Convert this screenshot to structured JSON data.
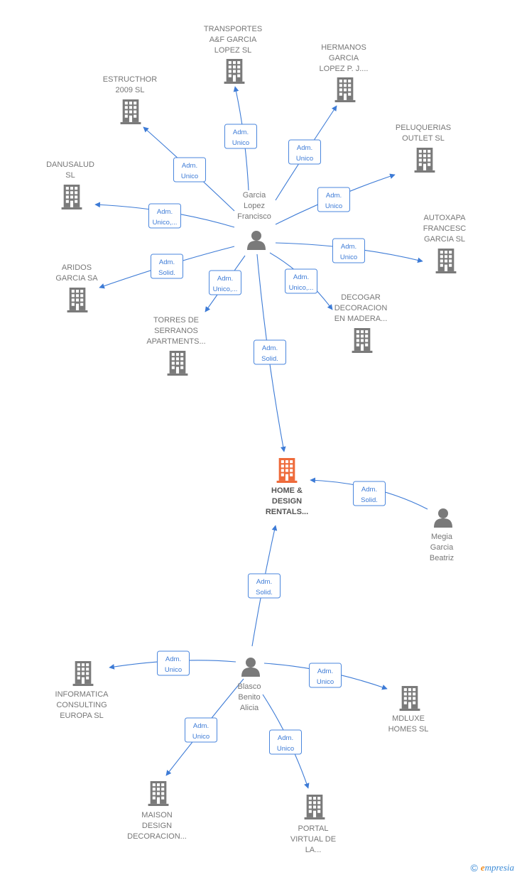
{
  "colors": {
    "edge": "#3d7bd6",
    "building": "#7a7a7a",
    "focus_building": "#ee6a3a",
    "person": "#7a7a7a",
    "label": "#777777"
  },
  "nodes": [
    {
      "id": "focus",
      "type": "company",
      "focus": true,
      "label": [
        "HOME &",
        "DESIGN",
        "RENTALS..."
      ]
    },
    {
      "id": "garcia",
      "type": "person",
      "label": [
        "Garcia",
        "Lopez",
        "Francisco"
      ]
    },
    {
      "id": "megia",
      "type": "person",
      "label": [
        "Megia",
        "Garcia",
        "Beatriz"
      ]
    },
    {
      "id": "blasco",
      "type": "person",
      "label": [
        "Blasco",
        "Benito",
        "Alicia"
      ]
    },
    {
      "id": "transportes",
      "type": "company",
      "label": [
        "TRANSPORTES",
        "A&F GARCIA",
        "LOPEZ  SL"
      ]
    },
    {
      "id": "hermanos",
      "type": "company",
      "label": [
        "HERMANOS",
        "GARCIA",
        "LOPEZ P.  J...."
      ]
    },
    {
      "id": "estructhor",
      "type": "company",
      "label": [
        "ESTRUCTHOR",
        "2009 SL"
      ]
    },
    {
      "id": "peluquerias",
      "type": "company",
      "label": [
        "PELUQUERIAS",
        "OUTLET  SL"
      ]
    },
    {
      "id": "danusalud",
      "type": "company",
      "label": [
        "DANUSALUD",
        "SL"
      ]
    },
    {
      "id": "autoxapa",
      "type": "company",
      "label": [
        "AUTOXAPA",
        "FRANCESC",
        "GARCIA  SL"
      ]
    },
    {
      "id": "aridos",
      "type": "company",
      "label": [
        "ARIDOS",
        "GARCIA SA"
      ]
    },
    {
      "id": "decogar",
      "type": "company",
      "label": [
        "DECOGAR",
        "DECORACION",
        "EN MADERA..."
      ]
    },
    {
      "id": "torres",
      "type": "company",
      "label": [
        "TORRES DE",
        "SERRANOS",
        "APARTMENTS..."
      ]
    },
    {
      "id": "informatica",
      "type": "company",
      "label": [
        "INFORMATICA",
        "CONSULTING",
        "EUROPA  SL"
      ]
    },
    {
      "id": "mdluxe",
      "type": "company",
      "label": [
        "MDLUXE",
        "HOMES  SL"
      ]
    },
    {
      "id": "maison",
      "type": "company",
      "label": [
        "MAISON",
        "DESIGN",
        "DECORACION..."
      ]
    },
    {
      "id": "portal",
      "type": "company",
      "label": [
        "PORTAL",
        "VIRTUAL DE",
        "LA..."
      ]
    }
  ],
  "edges": [
    {
      "from": "garcia",
      "to": "transportes",
      "label": [
        "Adm.",
        "Unico"
      ]
    },
    {
      "from": "garcia",
      "to": "hermanos",
      "label": [
        "Adm.",
        "Unico"
      ]
    },
    {
      "from": "garcia",
      "to": "estructhor",
      "label": [
        "Adm.",
        "Unico"
      ]
    },
    {
      "from": "garcia",
      "to": "peluquerias",
      "label": [
        "Adm.",
        "Unico"
      ]
    },
    {
      "from": "garcia",
      "to": "danusalud",
      "label": [
        "Adm.",
        "Unico,..."
      ]
    },
    {
      "from": "garcia",
      "to": "autoxapa",
      "label": [
        "Adm.",
        "Unico"
      ]
    },
    {
      "from": "garcia",
      "to": "aridos",
      "label": [
        "Adm.",
        "Solid."
      ]
    },
    {
      "from": "garcia",
      "to": "torres",
      "label": [
        "Adm.",
        "Unico,..."
      ]
    },
    {
      "from": "garcia",
      "to": "decogar",
      "label": [
        "Adm.",
        "Unico,..."
      ]
    },
    {
      "from": "garcia",
      "to": "focus",
      "label": [
        "Adm.",
        "Solid."
      ]
    },
    {
      "from": "megia",
      "to": "focus",
      "label": [
        "Adm.",
        "Solid."
      ]
    },
    {
      "from": "blasco",
      "to": "focus",
      "label": [
        "Adm.",
        "Solid."
      ]
    },
    {
      "from": "blasco",
      "to": "informatica",
      "label": [
        "Adm.",
        "Unico"
      ]
    },
    {
      "from": "blasco",
      "to": "mdluxe",
      "label": [
        "Adm.",
        "Unico"
      ]
    },
    {
      "from": "blasco",
      "to": "maison",
      "label": [
        "Adm.",
        "Unico"
      ]
    },
    {
      "from": "blasco",
      "to": "portal",
      "label": [
        "Adm.",
        "Unico"
      ]
    }
  ],
  "footer": {
    "copyright_symbol": "©",
    "brand_initial": "e",
    "brand_rest": "mpresia"
  }
}
